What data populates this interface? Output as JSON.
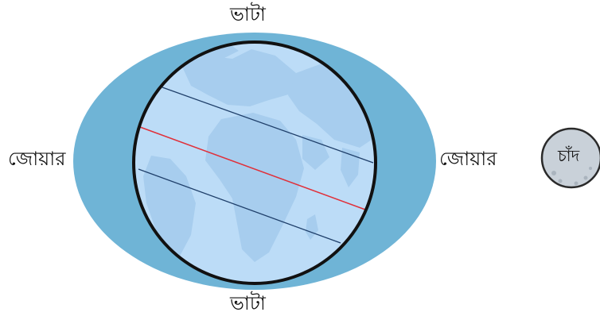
{
  "labels": {
    "top_ebb": "ভাটা",
    "bottom_ebb": "ভাটা",
    "left_flood": "জোয়ার",
    "right_flood": "জোয়ার",
    "moon": "চাঁদ"
  },
  "colors": {
    "tidal_bulge": "#6fb4d6",
    "earth_ocean": "#bcdcf7",
    "earth_land": "#a7cdee",
    "earth_outline": "#111111",
    "equator": "#e0303a",
    "latitude_lines": "#1f3f6a",
    "moon_fill": "#c9d1d9",
    "moon_crater": "#aab4be",
    "moon_outline": "#2a2a2a"
  }
}
